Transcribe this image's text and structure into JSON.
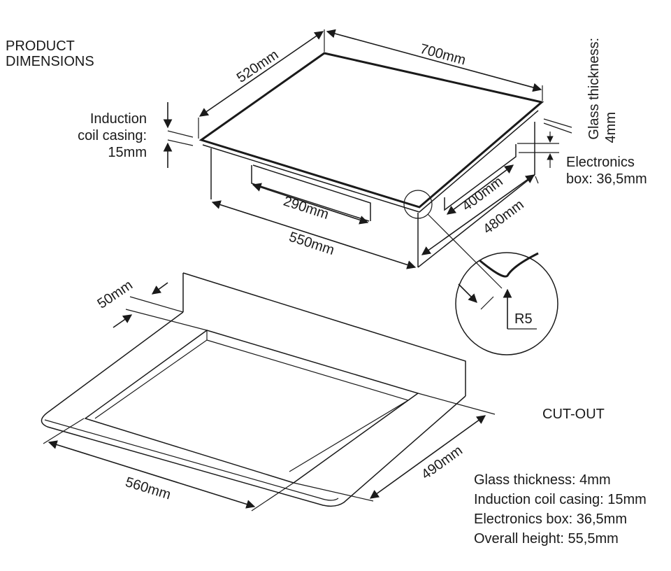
{
  "headings": {
    "product_dimensions": [
      "PRODUCT",
      "DIMENSIONS"
    ],
    "cut_out": "CUT-OUT"
  },
  "hob": {
    "depth": "520mm",
    "width": "700mm",
    "glass_thickness": [
      "Glass thickness:",
      "4mm"
    ],
    "coil_casing": [
      "Induction",
      "coil casing:",
      "15mm"
    ],
    "electronics_box": [
      "Electronics",
      "box: 36,5mm"
    ],
    "box_depth_inner": "400mm",
    "box_depth_outer": "480mm",
    "box_width_inner": "290mm",
    "box_width_outer": "550mm",
    "corner_radius": "R5"
  },
  "cutout": {
    "clearance": "50mm",
    "width": "560mm",
    "depth": "490mm"
  },
  "specs": [
    "Glass thickness: 4mm",
    "Induction coil casing: 15mm",
    "Electronics box: 36,5mm",
    "Overall height: 55,5mm"
  ]
}
